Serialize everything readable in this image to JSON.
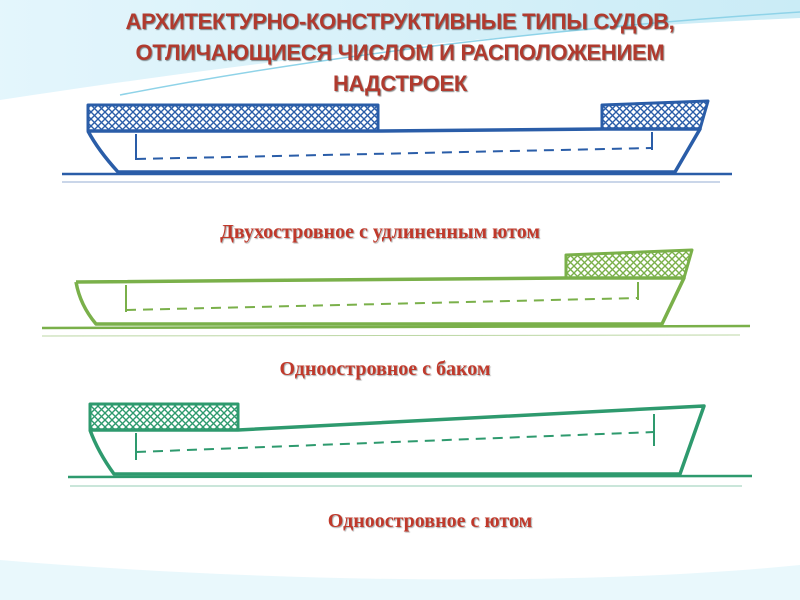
{
  "title": {
    "line1": "АРХИТЕКТУРНО-КОНСТРУКТИВНЫЕ ТИПЫ СУДОВ,",
    "line2": "ОТЛИЧАЮЩИЕСЯ ЧИСЛОМ И РАСПОЛОЖЕНИЕМ",
    "line3": "НАДСТРОЕК"
  },
  "ships": [
    {
      "caption": "Двухостровное с удлиненным ютом",
      "color": "#2a5da8"
    },
    {
      "caption": "Одноостровное с баком",
      "color": "#7ab04a"
    },
    {
      "caption": "Одноостровное с ютом",
      "color": "#2e9a6e"
    }
  ],
  "colors": {
    "title": "#b03a2e",
    "caption": "#c0392b",
    "wave": "#8fd3e8"
  }
}
